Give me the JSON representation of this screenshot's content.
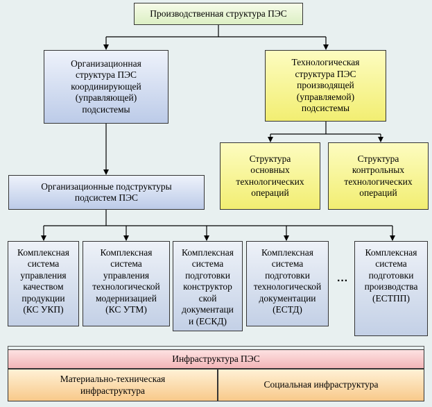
{
  "top": "Производственная структура ПЭС",
  "org_structure": "Организационная\nструктура ПЭС\nкоординирующей\n(управляющей)\nподсистемы",
  "tech_structure": "Технологическая\nструктура ПЭС\nпроизводящей\n(управляемой)\nподсистемы",
  "main_ops": "Структура\nосновных\nтехнологических\nопераций",
  "control_ops": "Структура\nконтрольных\nтехнологических\nопераций",
  "org_substructures": "Организационные подструктуры\nподсистем ПЭС",
  "systems": [
    "Комплексная\nсистема\nуправления\nкачеством\nпродукции\n(КС УКП)",
    "Комплексная\nсистема\nуправления\nтехнологической\nмодернизацией\n(КС УТМ)",
    "Комплексная\nсистема\nподготовки\nконструктор\nской\nдокументаци\nи (ЕСКД)",
    "Комплексная\nсистема\nподготовки\nтехнологической\nдокументации\n(ЕСТД)",
    "Комплексная\nсистема\nподготовки\nпроизводства\n(ЕСТПП)"
  ],
  "ellipsis": "···",
  "infrastructure": {
    "title": "Инфраструктура ПЭС",
    "material": "Материально-техническая\nинфраструктура",
    "social": "Социальная инфраструктура"
  }
}
